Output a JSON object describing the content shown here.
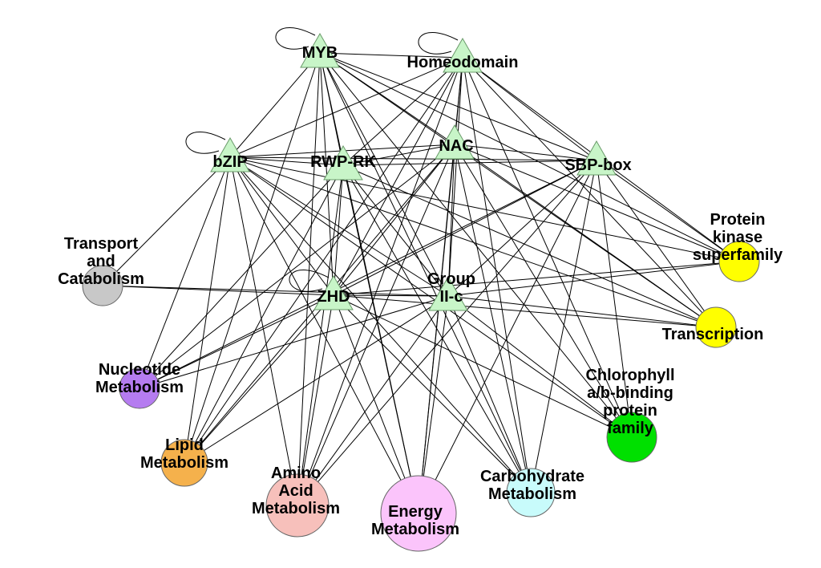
{
  "diagram": {
    "type": "network",
    "tf_nodes": [
      {
        "id": "MYB",
        "label": [
          "MYB"
        ]
      },
      {
        "id": "Homeodomain",
        "label": [
          "Homeodomain"
        ]
      },
      {
        "id": "bZIP",
        "label": [
          "bZIP"
        ]
      },
      {
        "id": "RWP-RK",
        "label": [
          "RWP-RK"
        ]
      },
      {
        "id": "NAC",
        "label": [
          "NAC"
        ]
      },
      {
        "id": "SBP-box",
        "label": [
          "SBP-box"
        ]
      },
      {
        "id": "ZHD",
        "label": [
          "ZHD"
        ]
      },
      {
        "id": "Group II-c",
        "label": [
          "Group",
          "II-c"
        ]
      }
    ],
    "category_nodes": [
      {
        "id": "Transport and Catabolism",
        "label": [
          "Transport",
          "and",
          "Catabolism"
        ],
        "color": "#c8c8c8"
      },
      {
        "id": "Protein kinase superfamily",
        "label": [
          "Protein",
          "kinase",
          "superfamily"
        ],
        "color": "#ffff00"
      },
      {
        "id": "Transcription",
        "label": [
          "Transcription"
        ],
        "color": "#ffff00"
      },
      {
        "id": "Nucleotide Metabolism",
        "label": [
          "Nucleotide",
          "Metabolism"
        ],
        "color": "#b57cf0"
      },
      {
        "id": "Chlorophyll a/b-binding protein family",
        "label": [
          "Chlorophyll",
          "a/b-binding",
          "protein",
          "family"
        ],
        "color": "#00e000"
      },
      {
        "id": "Lipid Metabolism",
        "label": [
          "Lipid",
          "Metabolism"
        ],
        "color": "#f5b14c"
      },
      {
        "id": "Amino Acid Metabolism",
        "label": [
          "Amino",
          "Acid",
          "Metabolism"
        ],
        "color": "#f7c0bb"
      },
      {
        "id": "Energy Metabolism",
        "label": [
          "Energy",
          "Metabolism"
        ],
        "color": "#fbc4fb"
      },
      {
        "id": "Carbohydrate Metabolism",
        "label": [
          "Carbohydrate",
          "Metabolism"
        ],
        "color": "#c8fbfb"
      }
    ],
    "tf_node_color": "#c8f5c8",
    "self_loops": [
      "MYB",
      "Homeodomain",
      "bZIP",
      "ZHD"
    ],
    "edges": [
      [
        "MYB",
        "Homeodomain"
      ],
      [
        "MYB",
        "bZIP"
      ],
      [
        "MYB",
        "RWP-RK"
      ],
      [
        "MYB",
        "NAC"
      ],
      [
        "MYB",
        "SBP-box"
      ],
      [
        "MYB",
        "ZHD"
      ],
      [
        "MYB",
        "Group II-c"
      ],
      [
        "Homeodomain",
        "bZIP"
      ],
      [
        "Homeodomain",
        "RWP-RK"
      ],
      [
        "Homeodomain",
        "NAC"
      ],
      [
        "Homeodomain",
        "SBP-box"
      ],
      [
        "Homeodomain",
        "ZHD"
      ],
      [
        "Homeodomain",
        "Group II-c"
      ],
      [
        "bZIP",
        "RWP-RK"
      ],
      [
        "bZIP",
        "NAC"
      ],
      [
        "bZIP",
        "SBP-box"
      ],
      [
        "bZIP",
        "ZHD"
      ],
      [
        "bZIP",
        "Group II-c"
      ],
      [
        "RWP-RK",
        "NAC"
      ],
      [
        "RWP-RK",
        "SBP-box"
      ],
      [
        "RWP-RK",
        "ZHD"
      ],
      [
        "RWP-RK",
        "Group II-c"
      ],
      [
        "NAC",
        "SBP-box"
      ],
      [
        "NAC",
        "ZHD"
      ],
      [
        "NAC",
        "Group II-c"
      ],
      [
        "SBP-box",
        "ZHD"
      ],
      [
        "SBP-box",
        "Group II-c"
      ],
      [
        "ZHD",
        "Group II-c"
      ],
      [
        "bZIP",
        "Transport and Catabolism"
      ],
      [
        "ZHD",
        "Transport and Catabolism"
      ],
      [
        "Group II-c",
        "Transport and Catabolism"
      ],
      [
        "MYB",
        "Protein kinase superfamily"
      ],
      [
        "Homeodomain",
        "Protein kinase superfamily"
      ],
      [
        "NAC",
        "Protein kinase superfamily"
      ],
      [
        "SBP-box",
        "Protein kinase superfamily"
      ],
      [
        "ZHD",
        "Protein kinase superfamily"
      ],
      [
        "Group II-c",
        "Protein kinase superfamily"
      ],
      [
        "bZIP",
        "Protein kinase superfamily"
      ],
      [
        "MYB",
        "Transcription"
      ],
      [
        "Homeodomain",
        "Transcription"
      ],
      [
        "NAC",
        "Transcription"
      ],
      [
        "SBP-box",
        "Transcription"
      ],
      [
        "ZHD",
        "Transcription"
      ],
      [
        "Group II-c",
        "Transcription"
      ],
      [
        "RWP-RK",
        "Transcription"
      ],
      [
        "bZIP",
        "Transcription"
      ],
      [
        "bZIP",
        "Nucleotide Metabolism"
      ],
      [
        "RWP-RK",
        "Nucleotide Metabolism"
      ],
      [
        "NAC",
        "Nucleotide Metabolism"
      ],
      [
        "SBP-box",
        "Nucleotide Metabolism"
      ],
      [
        "ZHD",
        "Nucleotide Metabolism"
      ],
      [
        "Group II-c",
        "Nucleotide Metabolism"
      ],
      [
        "MYB",
        "Chlorophyll a/b-binding protein family"
      ],
      [
        "Homeodomain",
        "Chlorophyll a/b-binding protein family"
      ],
      [
        "NAC",
        "Chlorophyll a/b-binding protein family"
      ],
      [
        "SBP-box",
        "Chlorophyll a/b-binding protein family"
      ],
      [
        "Group II-c",
        "Chlorophyll a/b-binding protein family"
      ],
      [
        "bZIP",
        "Chlorophyll a/b-binding protein family"
      ],
      [
        "ZHD",
        "Chlorophyll a/b-binding protein family"
      ],
      [
        "bZIP",
        "Lipid Metabolism"
      ],
      [
        "RWP-RK",
        "Lipid Metabolism"
      ],
      [
        "MYB",
        "Lipid Metabolism"
      ],
      [
        "NAC",
        "Lipid Metabolism"
      ],
      [
        "Homeodomain",
        "Lipid Metabolism"
      ],
      [
        "ZHD",
        "Lipid Metabolism"
      ],
      [
        "Group II-c",
        "Lipid Metabolism"
      ],
      [
        "bZIP",
        "Amino Acid Metabolism"
      ],
      [
        "RWP-RK",
        "Amino Acid Metabolism"
      ],
      [
        "MYB",
        "Amino Acid Metabolism"
      ],
      [
        "NAC",
        "Amino Acid Metabolism"
      ],
      [
        "Homeodomain",
        "Amino Acid Metabolism"
      ],
      [
        "ZHD",
        "Amino Acid Metabolism"
      ],
      [
        "Group II-c",
        "Amino Acid Metabolism"
      ],
      [
        "SBP-box",
        "Amino Acid Metabolism"
      ],
      [
        "bZIP",
        "Energy Metabolism"
      ],
      [
        "RWP-RK",
        "Energy Metabolism"
      ],
      [
        "MYB",
        "Energy Metabolism"
      ],
      [
        "NAC",
        "Energy Metabolism"
      ],
      [
        "ZHD",
        "Energy Metabolism"
      ],
      [
        "Group II-c",
        "Energy Metabolism"
      ],
      [
        "SBP-box",
        "Energy Metabolism"
      ],
      [
        "Homeodomain",
        "Energy Metabolism"
      ],
      [
        "MYB",
        "Carbohydrate Metabolism"
      ],
      [
        "Homeodomain",
        "Carbohydrate Metabolism"
      ],
      [
        "RWP-RK",
        "Carbohydrate Metabolism"
      ],
      [
        "NAC",
        "Carbohydrate Metabolism"
      ],
      [
        "ZHD",
        "Carbohydrate Metabolism"
      ],
      [
        "Group II-c",
        "Carbohydrate Metabolism"
      ],
      [
        "bZIP",
        "Carbohydrate Metabolism"
      ],
      [
        "SBP-box",
        "Carbohydrate Metabolism"
      ]
    ]
  }
}
